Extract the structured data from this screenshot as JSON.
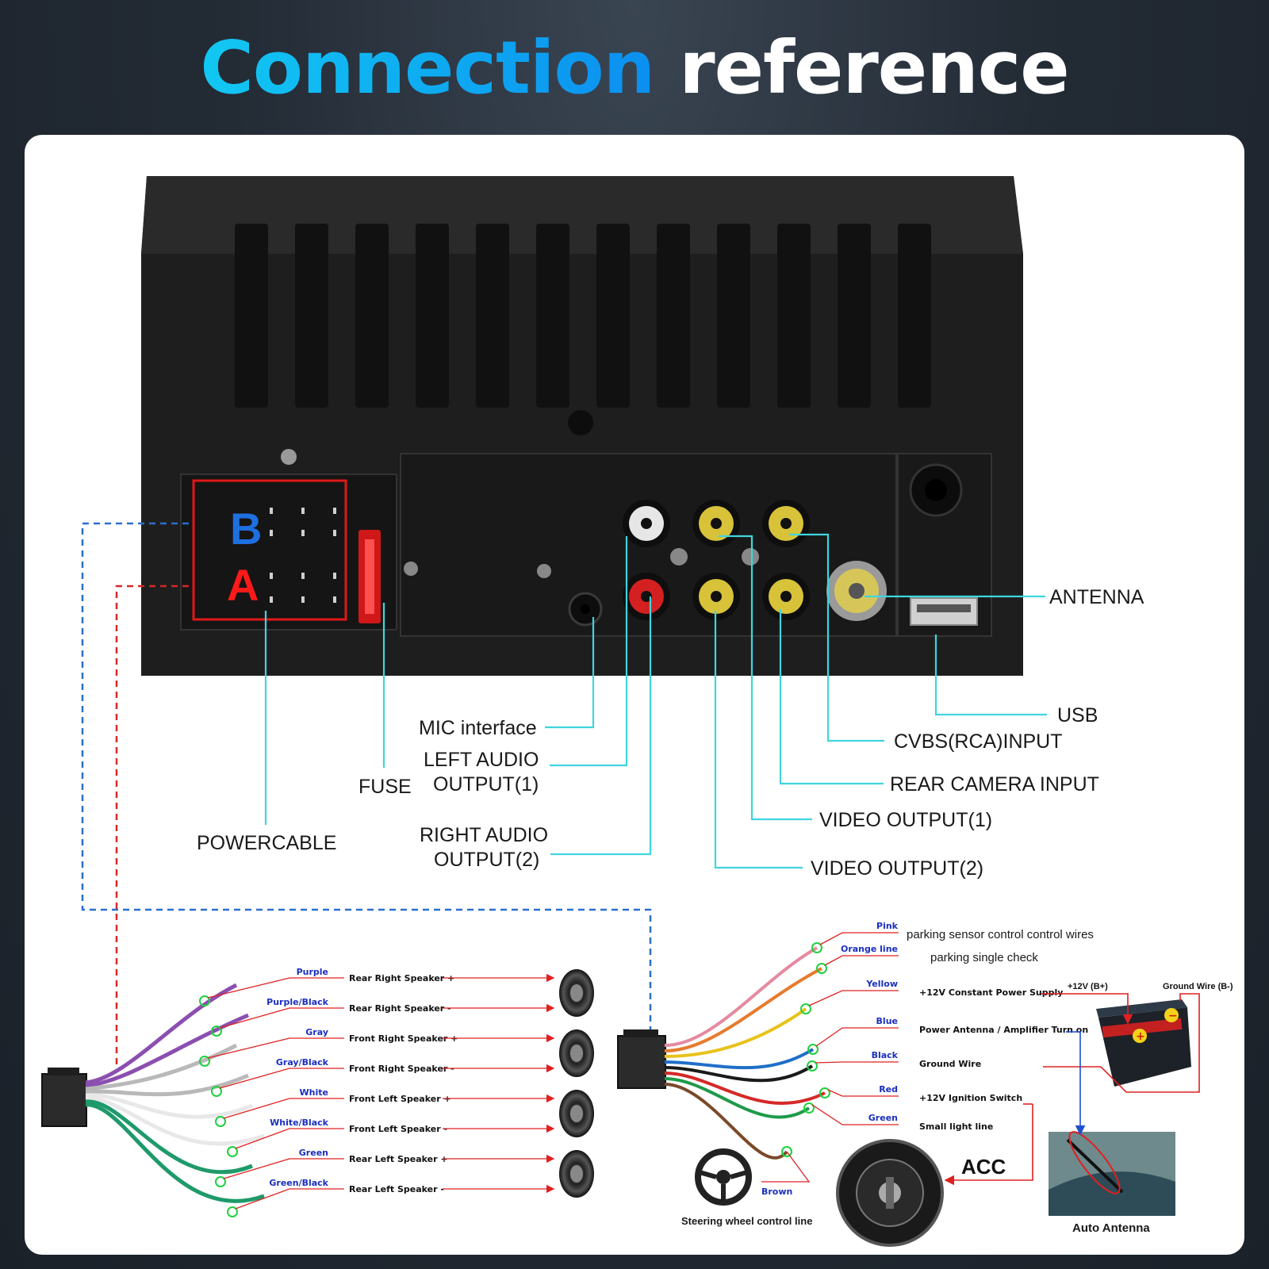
{
  "title": {
    "accent": "Connection",
    "rest": "reference"
  },
  "connectors": {
    "b": "B",
    "a": "A"
  },
  "unit_labels": {
    "antenna": "ANTENNA",
    "usb": "USB",
    "cvbs_input": "CVBS(RCA)INPUT",
    "rear_camera_input": "REAR CAMERA INPUT",
    "video_output_1": "VIDEO OUTPUT(1)",
    "video_output_2": "VIDEO OUTPUT(2)",
    "mic_interface": "MIC interface",
    "left_audio_1": "LEFT AUDIO",
    "left_audio_2": "OUTPUT(1)",
    "right_audio_1": "RIGHT AUDIO",
    "right_audio_2": "OUTPUT(2)",
    "fuse": "FUSE",
    "powercable": "POWERCABLE"
  },
  "speaker_wires": [
    {
      "color_name": "Purple",
      "label": "Rear Right Speaker +",
      "hex": "#8b4fb0"
    },
    {
      "color_name": "Purple/Black",
      "label": "Rear Right Speaker -",
      "hex": "#8b4fb0"
    },
    {
      "color_name": "Gray",
      "label": "Front Right Speaker +",
      "hex": "#b9b9b9"
    },
    {
      "color_name": "Gray/Black",
      "label": "Front Right Speaker -",
      "hex": "#b9b9b9"
    },
    {
      "color_name": "White",
      "label": "Front Left Speaker +",
      "hex": "#e8e8e8"
    },
    {
      "color_name": "White/Black",
      "label": "Front Left Speaker -",
      "hex": "#e8e8e8"
    },
    {
      "color_name": "Green",
      "label": "Rear Left Speaker +",
      "hex": "#1f9a6a"
    },
    {
      "color_name": "Green/Black",
      "label": "Rear Left Speaker -",
      "hex": "#1f9a6a"
    }
  ],
  "power_wires": [
    {
      "color_name": "Pink",
      "label": "parking sensor control control wires",
      "hex": "#e58aa0"
    },
    {
      "color_name": "Orange line",
      "label": "parking single check",
      "hex": "#e77b2e"
    },
    {
      "color_name": "Yellow",
      "label": "+12V Constant Power Supply",
      "hex": "#e8c21a"
    },
    {
      "color_name": "Blue",
      "label": "Power Antenna / Amplifier Turn on",
      "hex": "#1f6fc8"
    },
    {
      "color_name": "Black",
      "label": "Ground Wire",
      "hex": "#1a1a1a"
    },
    {
      "color_name": "Red",
      "label": "+12V  Ignition Switch",
      "hex": "#d62828"
    },
    {
      "color_name": "Green",
      "label": "Small light line",
      "hex": "#1f9a4a"
    },
    {
      "color_name": "Brown",
      "label": "",
      "hex": "#7a4a2a"
    }
  ],
  "battery": {
    "plus_label": "+12V  (B+)",
    "ground_label": "Ground Wire (B-)"
  },
  "acc_label": "ACC",
  "steering_label": "Steering wheel control line",
  "antenna_label": "Auto Antenna",
  "colors": {
    "leader": "#3fd5df",
    "blue_dashed": "#2a6fd0",
    "red_dashed": "#d62828",
    "arrow_red": "#e02020"
  }
}
